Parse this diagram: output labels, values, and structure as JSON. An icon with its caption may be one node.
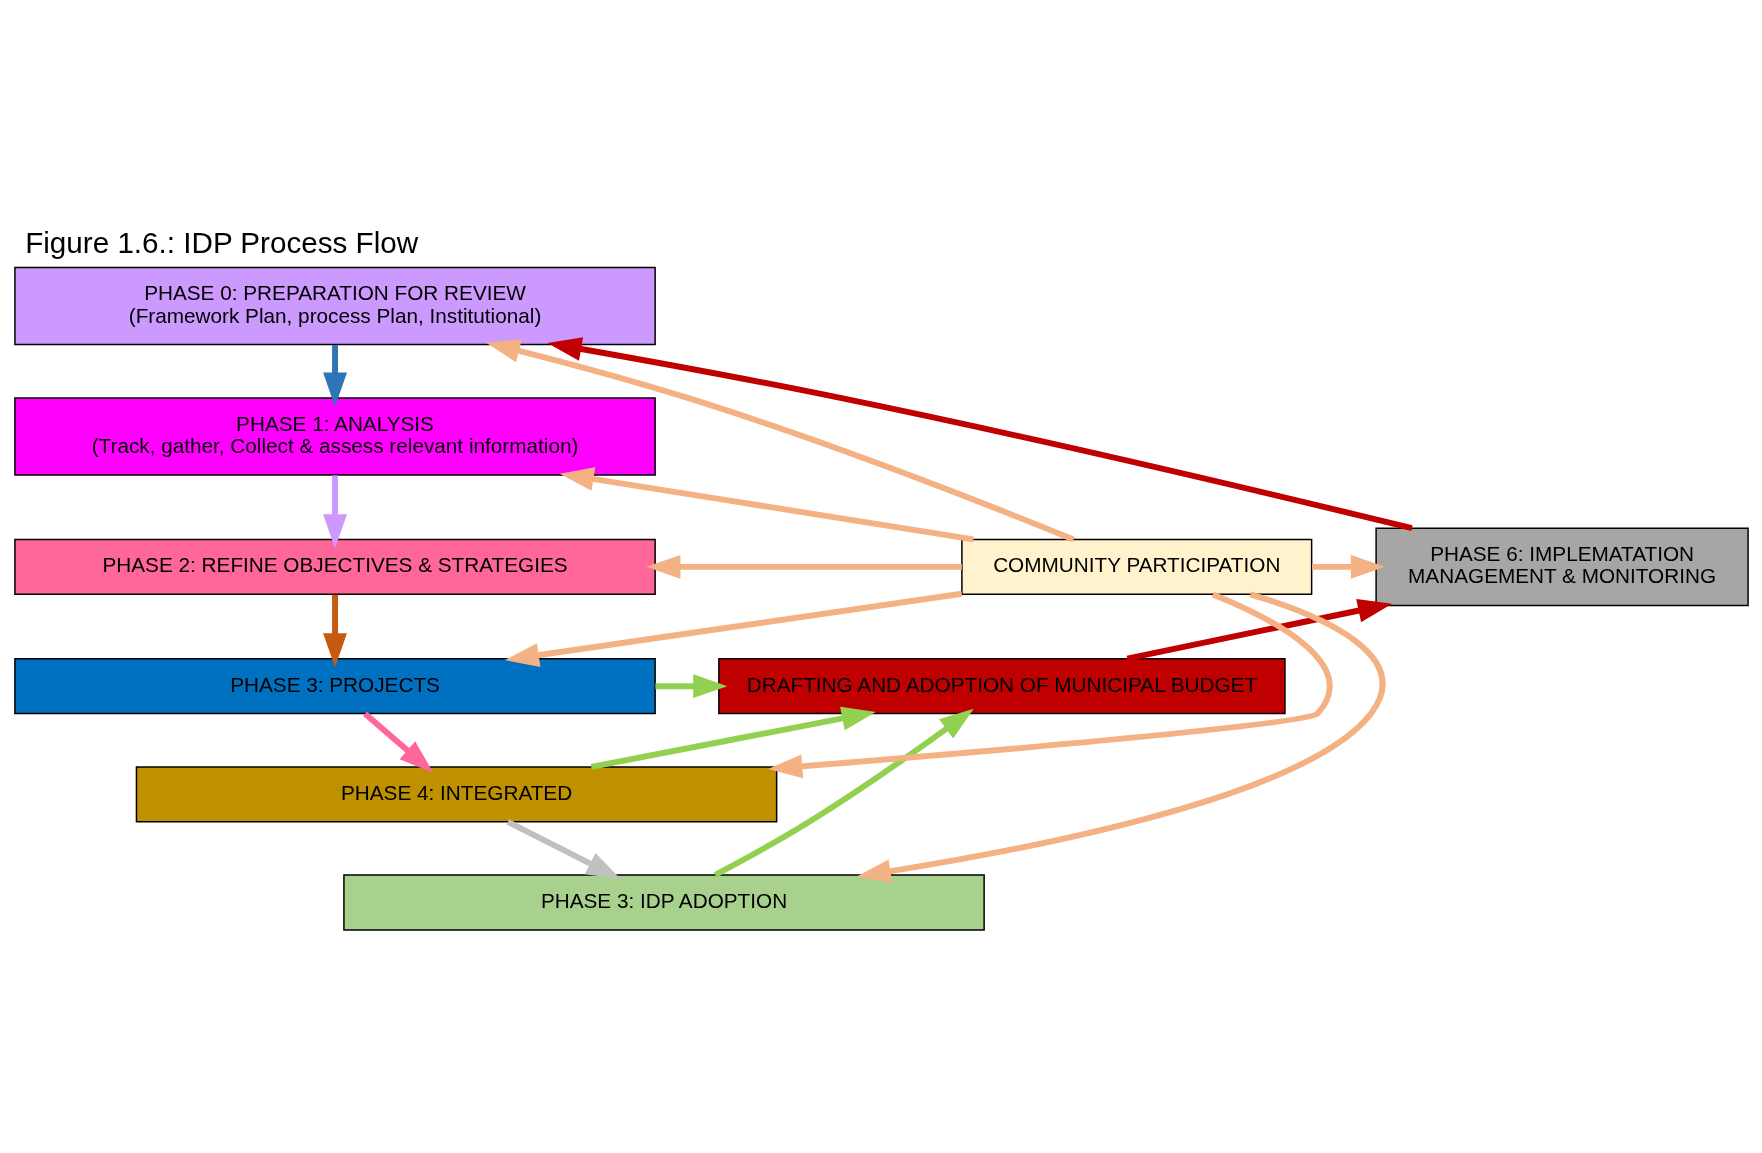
{
  "diagram": {
    "title": "Figure 1.6.: IDP Process Flow",
    "nodes": [
      {
        "text": [
          "PHASE 0: PREPARATION FOR REVIEW",
          "(Framework Plan, process Plan, Institutional)"
        ]
      },
      {
        "text": [
          "PHASE 1: ANALYSIS",
          "(Track, gather, Collect & assess relevant information)"
        ]
      },
      {
        "text": [
          "PHASE 2: REFINE OBJECTIVES & STRATEGIES"
        ]
      },
      {
        "text": [
          "PHASE 3: PROJECTS"
        ]
      },
      {
        "text": [
          "PHASE 4: INTEGRATED"
        ]
      },
      {
        "text": [
          "PHASE 3: IDP ADOPTION"
        ]
      },
      {
        "text": [
          "DRAFTING AND ADOPTION OF MUNICIPAL BUDGET"
        ]
      },
      {
        "text": [
          "COMMUNITY PARTICIPATION"
        ]
      },
      {
        "text": [
          "PHASE 6: IMPLEMATATION",
          "MANAGEMENT & MONITORING"
        ]
      }
    ],
    "edges": [
      {
        "from": 0,
        "to": 1,
        "arrow": "to",
        "color": "#2e75b6"
      },
      {
        "from": 1,
        "to": 2,
        "arrow": "to",
        "color": "#cc99ff"
      },
      {
        "from": 2,
        "to": 3,
        "arrow": "to",
        "color": "#c55a11"
      },
      {
        "from": 3,
        "to": 4,
        "arrow": "to",
        "color": "#ff6699"
      },
      {
        "from": 4,
        "to": 5,
        "arrow": "to",
        "color": "#c0c0c0"
      },
      {
        "from": 3,
        "to": 6,
        "arrow": "to",
        "color": "#92d050"
      },
      {
        "from": 4,
        "to": 6,
        "arrow": "to",
        "color": "#92d050"
      },
      {
        "from": 5,
        "to": 6,
        "arrow": "to",
        "color": "#92d050"
      },
      {
        "from": 7,
        "to": 0,
        "arrow": "to"
      },
      {
        "from": 7,
        "to": 1,
        "arrow": "to"
      },
      {
        "from": 7,
        "to": 2,
        "arrow": "to"
      },
      {
        "from": 7,
        "to": 3,
        "arrow": "to"
      },
      {
        "from": 7,
        "to": 4,
        "arrow": "to"
      },
      {
        "from": 7,
        "to": 5,
        "arrow": "to"
      },
      {
        "from": 7,
        "to": 8,
        "arrow": "to"
      },
      {
        "from": 6,
        "to": 8,
        "arrow": "to",
        "color": "#c00000"
      },
      {
        "from": 8,
        "to": 0,
        "arrow": "to",
        "color": "#c00000"
      }
    ]
  }
}
